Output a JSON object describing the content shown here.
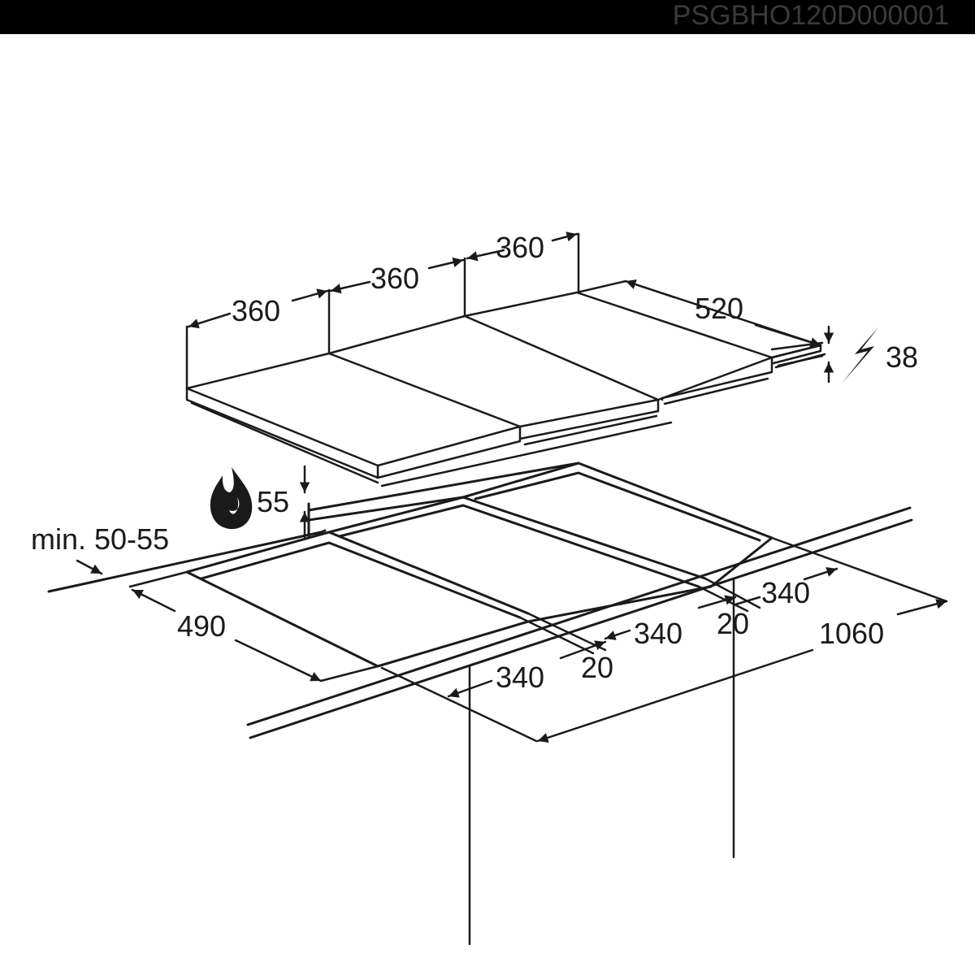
{
  "header": {
    "code": "PSGBHO120D000001"
  },
  "colors": {
    "background": "#000000",
    "panel": "#ffffff",
    "ink": "#1a1a1a",
    "code_text": "#3a3a3a"
  },
  "dimensions": {
    "width_left": "360",
    "width_middle": "360",
    "width_right": "360",
    "depth": "520",
    "height": "38",
    "gas_clearance": "55",
    "counter_thickness": "min. 50-55",
    "cutout_depth": "490",
    "cutout_width_1": "340",
    "cutout_width_2": "340",
    "cutout_width_3": "340",
    "gap_1": "20",
    "gap_2": "20",
    "total_width": "1060"
  },
  "icons": {
    "gas": "flame-icon",
    "electric": "lightning-icon"
  }
}
